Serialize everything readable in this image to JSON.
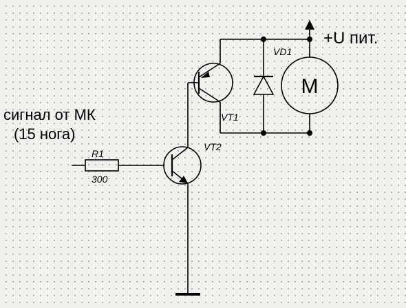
{
  "signal_label": {
    "line1": "сигнал от МК",
    "line2": "(15 нога)"
  },
  "power_label": "+U пит.",
  "components": {
    "r1": {
      "ref": "R1",
      "value": "300"
    },
    "vt1": {
      "ref": "VT1"
    },
    "vt2": {
      "ref": "VT2"
    },
    "vd1": {
      "ref": "VD1"
    },
    "motor": {
      "symbol": "M"
    }
  }
}
